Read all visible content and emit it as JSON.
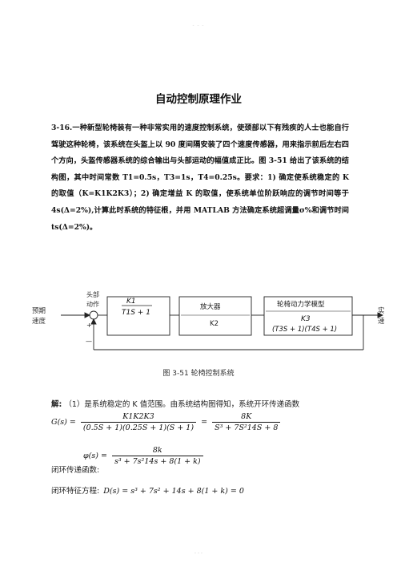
{
  "header_text": "- - -",
  "footer_text": "- - -",
  "title": "自动控制原理作业",
  "problem": {
    "text": "3-16.一种新型轮椅装有一种非常实用的速度控制系统，使颈部以下有残疾的人士也能自行驾驶这种轮椅，该系统在头盔上以 90 度间隔安装了四个速度传感器，用来指示前后左右四个方向，头盔传感器系统的综合输出与头部运动的幅值成正比。图 3-51 给出了该系统的结构图，其中时间常数 T1=0.5s，T3=1s，T4=0.25s。要求：1) 确定使系统稳定的 K 的取值（K=K1K2K3）；2) 确定增益 K 的取值，使系统单位阶跃响应的调节时间等于 4s(Δ=2%),计算此时系统的特征根，并用 MATLAB 方法确定系统超调量σ%和调节时间 ts(Δ=2%)。"
  },
  "diagram": {
    "input_label_1": "预期",
    "input_label_2": "速度",
    "plus": "+",
    "minus": "—",
    "head_label_1": "头部",
    "head_label_2": "动作",
    "head_num": "K1",
    "head_den": "T1S + 1",
    "amp_label": "放大器",
    "amp_gain": "K2",
    "wheel_label": "轮椅动力学模型",
    "wheel_num": "K3",
    "wheel_den": "(T3S + 1)(T4S + 1)",
    "output_label_1": "实际",
    "output_label_2": "速度"
  },
  "caption": "图 3-51  轮椅控制系统",
  "solution": {
    "intro_bold": "解:",
    "intro": "（1）是系统稳定的 K 值范围。由系统结构图得知，系统开环传递函数",
    "G_lhs": "G(s) =",
    "G_num": "K1K2K3",
    "G_den": "(0.5S + 1)(0.25S + 1)(S + 1)",
    "G_eq": "=",
    "G2_num": "8K",
    "G2_den": "S³ + 7S²14S + 8",
    "closed_label": "闭环传递函数:",
    "phi_lhs": "φ(s) =",
    "phi_num": "8k",
    "phi_den": "s³ + 7s²14s + 8(1 + k)",
    "char_label": "闭环特征方程:",
    "char_eq": "D(s) = s³ + 7s² + 14s + 8(1 + k) = 0"
  }
}
